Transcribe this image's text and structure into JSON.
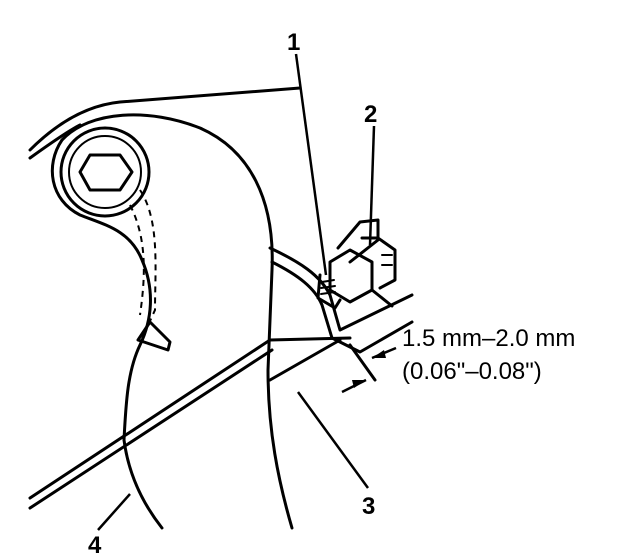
{
  "callouts": {
    "c1": "1",
    "c2": "2",
    "c3": "3",
    "c4": "4"
  },
  "spec": {
    "metric": "1.5 mm–2.0 mm",
    "imperial": "(0.06\"–0.08\")"
  },
  "colors": {
    "ink": "#000000",
    "paper": "#ffffff"
  }
}
